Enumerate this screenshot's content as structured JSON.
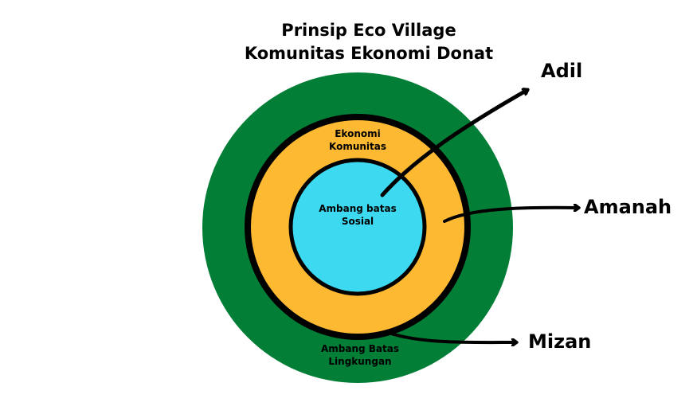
{
  "title": {
    "line1": "Prinsip Eco Village",
    "line2": "Komunitas Ekonomi Donat"
  },
  "rings": {
    "outer": {
      "line1": "Ambang Batas",
      "line2": "Lingkungan",
      "color": "#027e36"
    },
    "middle": {
      "line1": "Ekonomi",
      "line2": "Komunitas",
      "color": "#fdb931"
    },
    "inner": {
      "line1": "Ambang batas",
      "line2": "Sosial",
      "color": "#3cd9f0"
    }
  },
  "principles": [
    "Adil",
    "Amanah",
    "Mizan"
  ]
}
